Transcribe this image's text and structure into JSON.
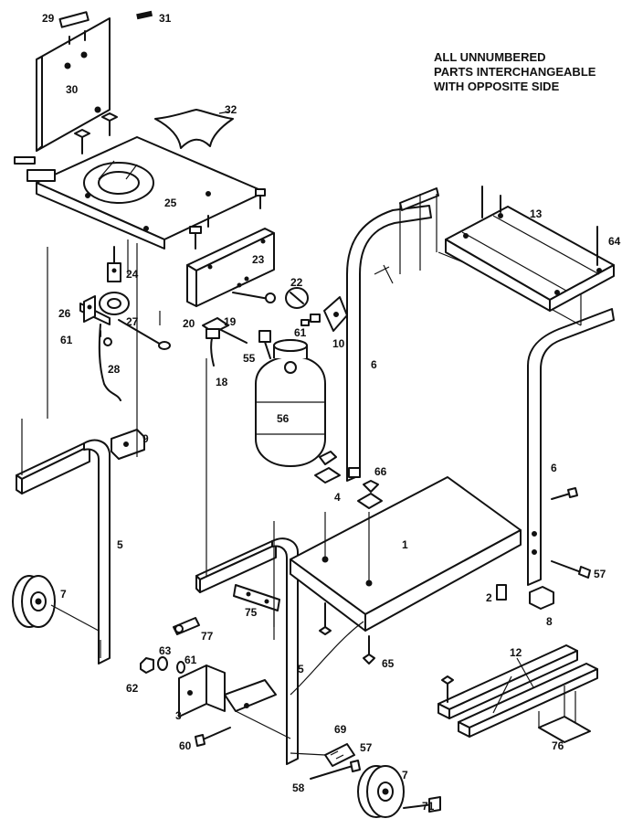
{
  "note": {
    "lines": [
      "ALL UNNUMBERED",
      "PARTS INTERCHANGEABLE",
      "WITH OPPOSITE SIDE"
    ]
  },
  "callouts": {
    "p29": "29",
    "p31": "31",
    "p30": "30",
    "p32": "32",
    "p25": "25",
    "p13": "13",
    "p64": "64",
    "p23": "23",
    "p24": "24",
    "p22": "22",
    "p26": "26",
    "p27": "27",
    "p61a": "61",
    "p20": "20",
    "p19": "19",
    "p61b": "61",
    "p10": "10",
    "p55": "55",
    "p28": "28",
    "p18": "18",
    "p6a": "6",
    "p6b": "6",
    "p56": "56",
    "p9": "9",
    "p66": "66",
    "p4": "4",
    "p1": "1",
    "p5a": "5",
    "p57a": "57",
    "p7a": "7",
    "p2": "2",
    "p8": "8",
    "p75": "75",
    "p77": "77",
    "p63": "63",
    "p61c": "61",
    "p65": "65",
    "p62": "62",
    "p5b": "5",
    "p12": "12",
    "p3": "3",
    "p60": "60",
    "p69": "69",
    "p57b": "57",
    "p76": "76",
    "p58": "58",
    "p7b": "7",
    "p71": "71"
  }
}
